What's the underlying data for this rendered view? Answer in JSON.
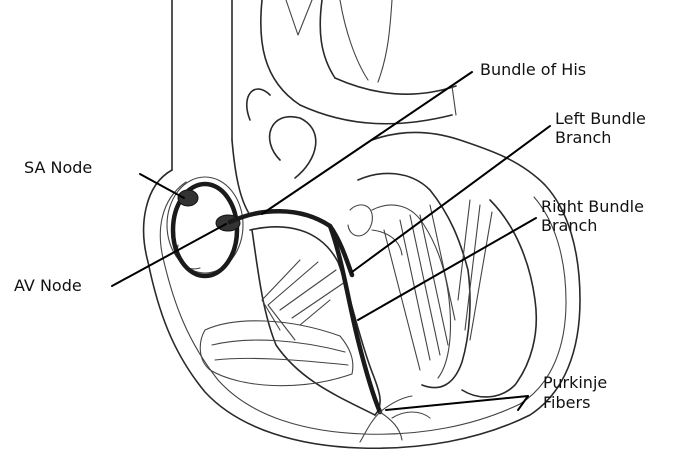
{
  "labels": {
    "sa_node": "SA Node",
    "av_node": "AV Node",
    "bundle_of_his": "Bundle of His",
    "left_bundle_line1": "Left Bundle",
    "left_bundle_line2": "Branch",
    "right_bundle_line1": "Right Bundle",
    "right_bundle_line2": "Branch",
    "purkinje_line1": "Purkinje",
    "purkinje_line2": "Fibers"
  }
}
